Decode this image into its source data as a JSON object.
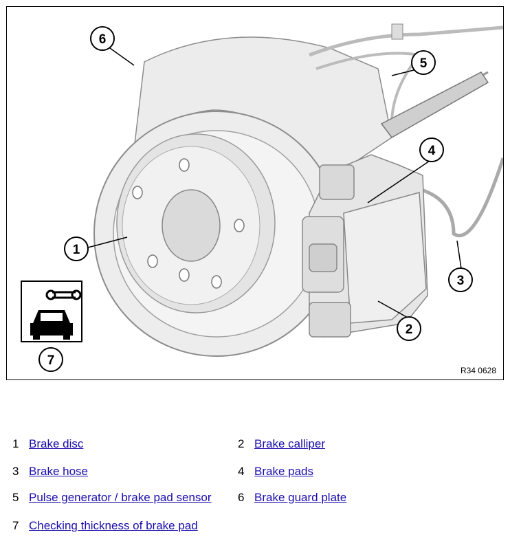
{
  "figure": {
    "code": "R34 0628",
    "callouts": [
      "1",
      "2",
      "3",
      "4",
      "5",
      "6",
      "7"
    ]
  },
  "legend": [
    {
      "num": "1",
      "label": "Brake disc"
    },
    {
      "num": "2",
      "label": "Brake calliper"
    },
    {
      "num": "3",
      "label": "Brake hose"
    },
    {
      "num": "4",
      "label": "Brake pads"
    },
    {
      "num": "5",
      "label": "Pulse generator / brake pad sensor"
    },
    {
      "num": "6",
      "label": "Brake guard plate"
    },
    {
      "num": "7",
      "label": "Checking thickness of brake pad"
    }
  ],
  "colors": {
    "link": "#1a0dab",
    "line": "#000000",
    "part_fill": "#e9e9e9",
    "part_stroke": "#9a9a9a"
  }
}
